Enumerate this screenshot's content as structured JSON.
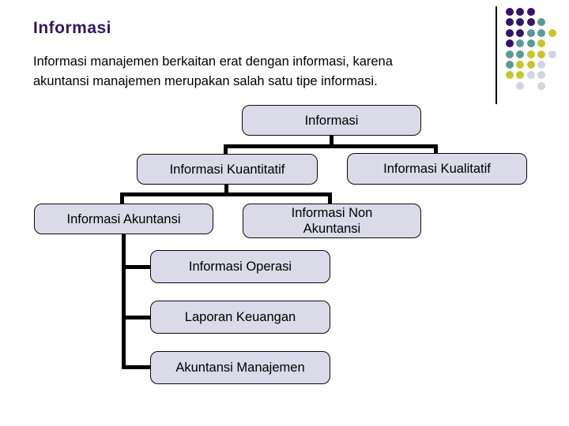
{
  "slide": {
    "title": "Informasi",
    "body_lines": [
      "Informasi manajemen berkaitan erat dengan informasi, karena",
      "akuntansi manajemen merupakan salah satu tipe informasi."
    ]
  },
  "diagram": {
    "nodes": {
      "root": "Informasi",
      "kuantitatif": "Informasi Kuantitatif",
      "kualitatif": "Informasi Kualitatif",
      "akuntansi": "Informasi Akuntansi",
      "non_akuntansi": "Informasi Non Akuntansi",
      "operasi": "Informasi Operasi",
      "laporan": "Laporan Keuangan",
      "akuntansi_manajemen": "Akuntansi Manajemen"
    }
  },
  "decoration": {
    "dot_pattern": [
      "PPP..",
      "PPPT.",
      "PPTTY",
      "PTTY.",
      "TTYYL",
      "TYYL.",
      "YYLL.",
      ".L.L."
    ],
    "dot_colors": {
      "P": "#331466",
      "T": "#5e9898",
      "Y": "#c6c62e",
      "L": "#d3d3e3"
    }
  },
  "colors": {
    "background": "#ffffff",
    "title": "#2e1a5e",
    "node_fill": "#dadae9",
    "node_border": "#0a0a0a",
    "connector": "#000000"
  }
}
